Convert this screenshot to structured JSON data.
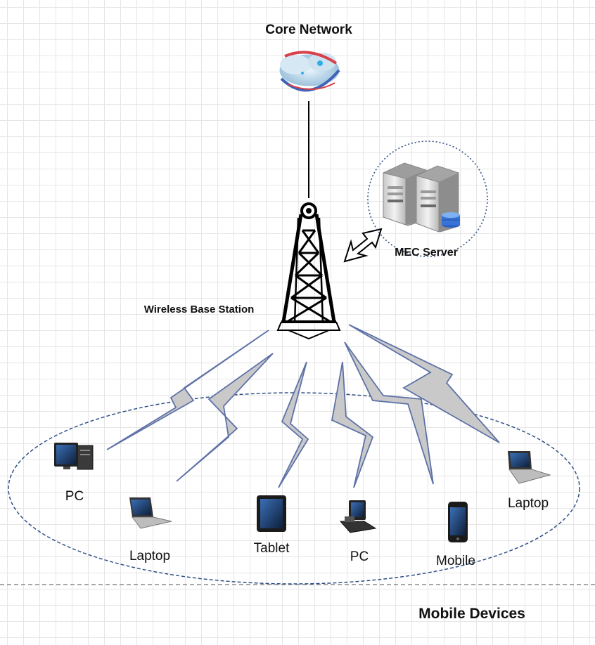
{
  "core_network": {
    "label": "Core Network",
    "icon": "cloud-network-icon"
  },
  "base_station": {
    "label": "Wireless Base Station",
    "icon": "radio-tower-icon"
  },
  "mec_server": {
    "label": "MEC Server",
    "icon": "server-icon"
  },
  "mobile_devices": {
    "label": "Mobile Devices",
    "devices": [
      {
        "label": "PC",
        "icon": "desktop-pc-icon"
      },
      {
        "label": "Laptop",
        "icon": "laptop-icon"
      },
      {
        "label": "Tablet",
        "icon": "tablet-icon"
      },
      {
        "label": "PC",
        "icon": "desktop-pc-icon"
      },
      {
        "label": "Mobile",
        "icon": "mobile-phone-icon"
      },
      {
        "label": "Laptop",
        "icon": "laptop-icon"
      }
    ]
  }
}
